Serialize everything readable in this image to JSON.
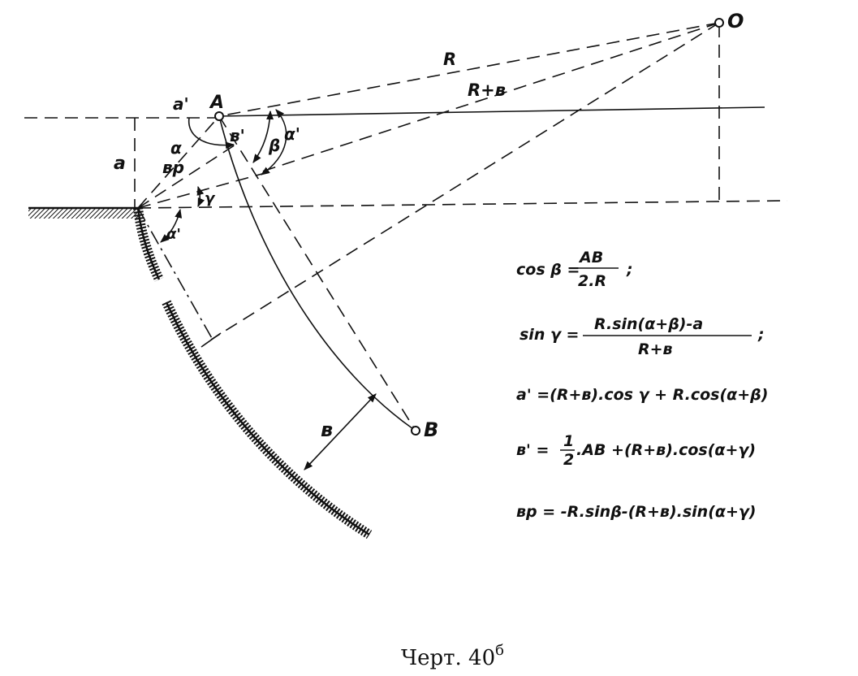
{
  "points": {
    "O": "O",
    "A": "A",
    "B": "B"
  },
  "line_labels": {
    "radius": "R",
    "radius_plus_b": "R+в",
    "a_prime": "a'",
    "b_prime": "в'",
    "alpha": "α",
    "b_p": "вр",
    "a": "a",
    "beta": "β",
    "alpha_prime_upper": "α'",
    "gamma": "γ",
    "alpha_prime_lower": "α'",
    "width_b": "в"
  },
  "formulas": {
    "f1_lhs": "cos β =",
    "f1_num": "AB",
    "f1_den": "2.R",
    "f1_tail": ";",
    "f2_lhs": "sin γ =",
    "f2_num": "R.sin(α+β)-a",
    "f2_den": "R+в",
    "f2_tail": ";",
    "f3": "a' =(R+в).cos γ + R.cos(α+β)",
    "f4_lhs": "в' =",
    "f4_num": "1",
    "f4_den": "2",
    "f4_rest": ".AB +(R+в).cos(α+γ)",
    "f5": "вр = -R.sinβ-(R+в).sin(α+γ)"
  },
  "caption": {
    "text": "Черт. 40",
    "superscript": "б"
  }
}
